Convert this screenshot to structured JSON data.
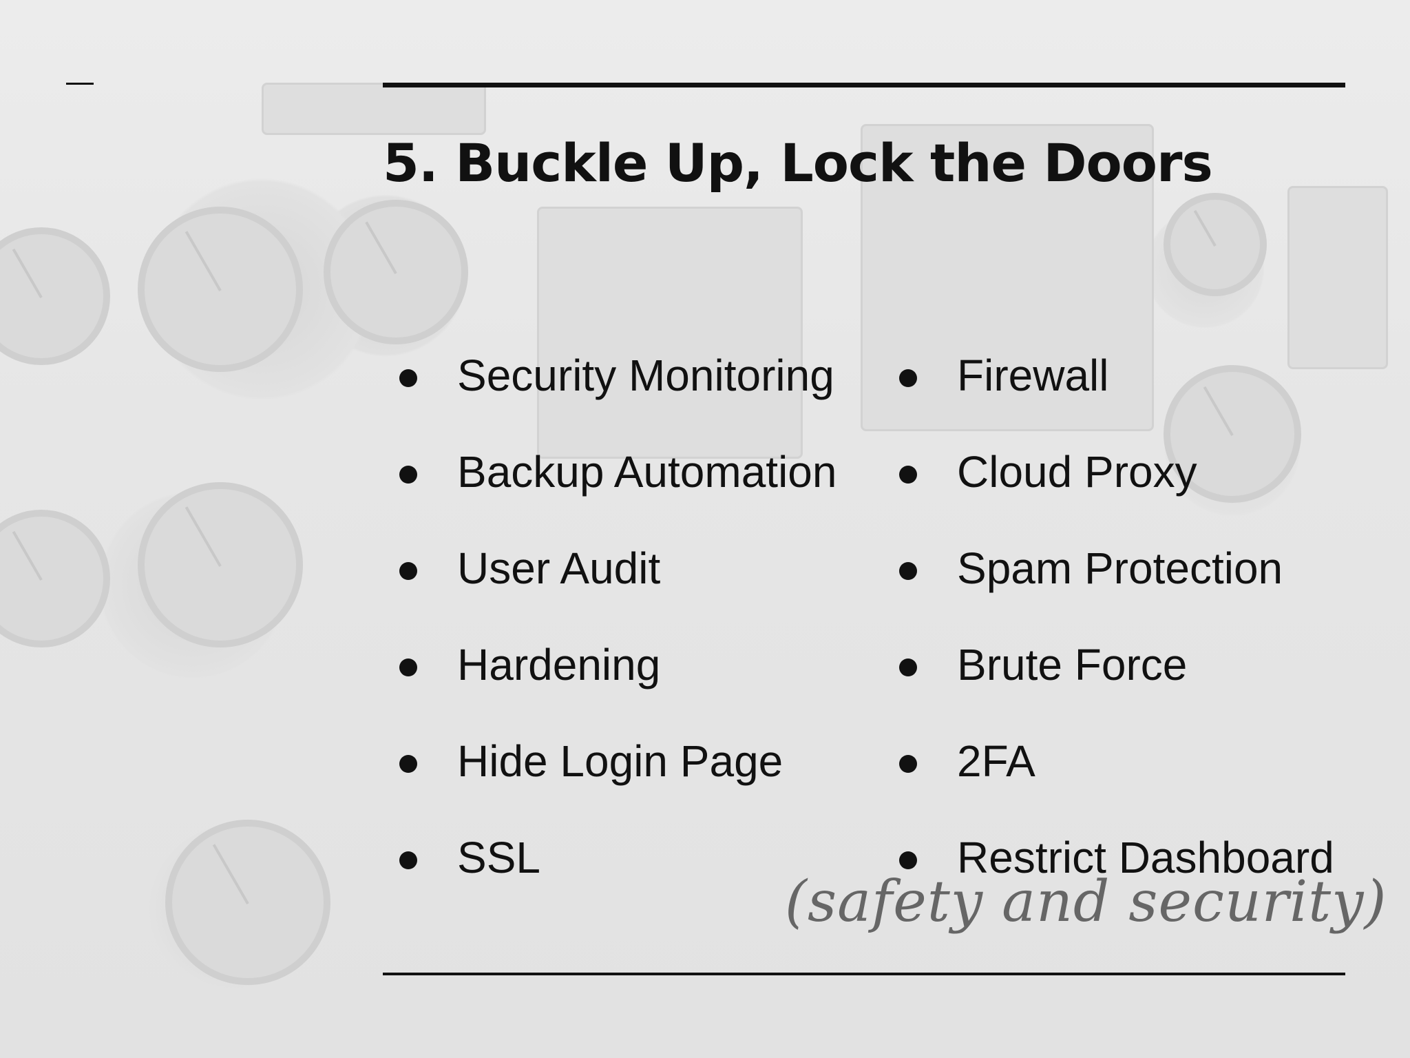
{
  "slide": {
    "title": "5. Buckle Up, Lock the Doors",
    "left_items": [
      "Security Monitoring",
      "Backup Automation",
      "User Audit",
      "Hardening",
      "Hide Login Page",
      "SSL"
    ],
    "right_items": [
      "Firewall",
      "Cloud Proxy",
      "Spam Protection",
      "Brute Force",
      "2FA",
      "Restrict Dashboard"
    ],
    "tagline": "(safety and security)"
  },
  "colors": {
    "text": "#111111",
    "tagline": "#666666",
    "background": "#e9e9e9"
  }
}
